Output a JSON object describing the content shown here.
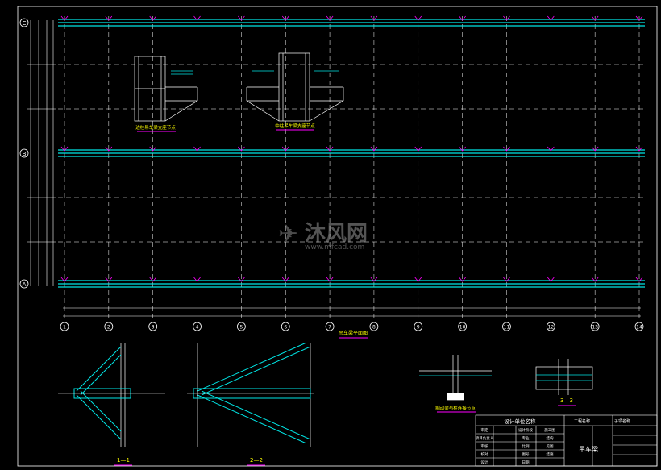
{
  "drawing": {
    "axis_rows": [
      "C",
      "B",
      "A"
    ],
    "axis_columns": [
      "1",
      "2",
      "3",
      "4",
      "5",
      "6",
      "7",
      "8",
      "9",
      "10",
      "11",
      "12",
      "13",
      "14"
    ],
    "plan_title": "吊车梁平面图",
    "detail_titles": {
      "side_support": "边柱吊车梁支座节点",
      "middle_support": "中柱吊车梁支座节点",
      "brake_node": "制动梁与柱连接节点",
      "section_1": "1—1",
      "section_2": "2—2",
      "section_3": "3—3"
    },
    "title_block": {
      "design_unit": "设计单位名称",
      "project_name_label": "工程名称",
      "sub_item_label": "子项名称",
      "drawing_name": "吊车梁",
      "rows": [
        [
          "审定",
          "",
          "设计阶段",
          "施工图"
        ],
        [
          "项目负责人",
          "",
          "专业",
          "结构"
        ],
        [
          "审核",
          "",
          "比例",
          "见图"
        ],
        [
          "校对",
          "",
          "图号",
          "结施"
        ],
        [
          "设计",
          "",
          "日期",
          ""
        ]
      ]
    },
    "watermark": {
      "brand": "沐风网",
      "url": "www.mfcad.com"
    },
    "colors": {
      "background": "#000000",
      "beam": "#00E5E5",
      "grid": "#FFFFFF",
      "annotation": "#FF00FF",
      "label": "#FFFF00"
    }
  }
}
